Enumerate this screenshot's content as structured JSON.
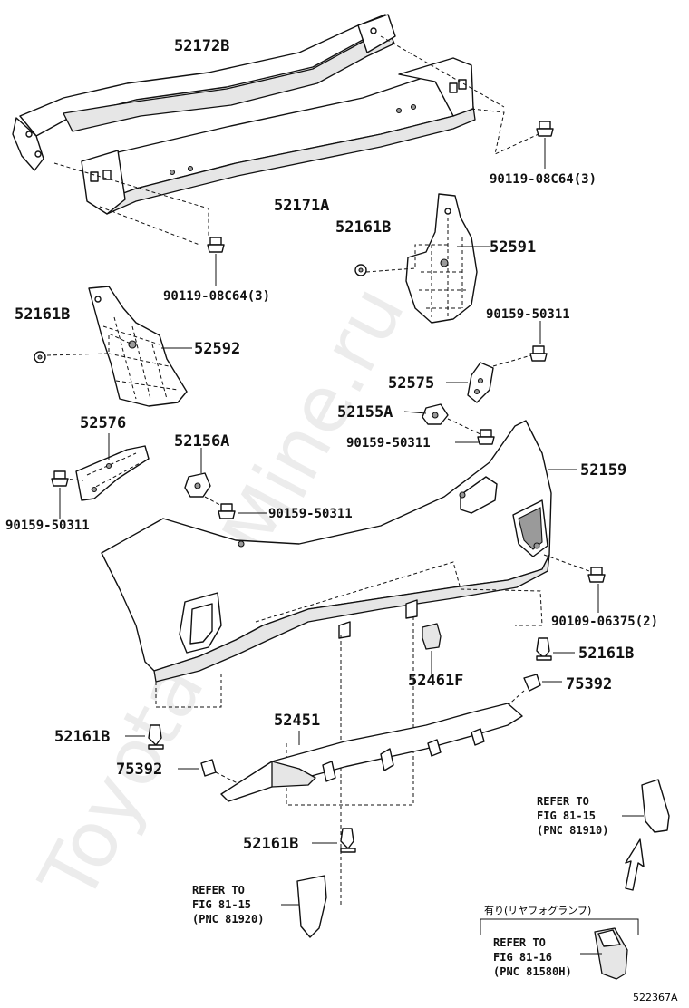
{
  "watermark": "ToyotaCarMine.ru",
  "labels": {
    "p52172B": "52172B",
    "p52171A": "52171A",
    "p90119_top": "90119-08C64(3)",
    "p90119_left": "90119-08C64(3)",
    "p52161B_a": "52161B",
    "p52591": "52591",
    "p52161B_b": "52161B",
    "p52592": "52592",
    "p90159_a": "90159-50311",
    "p52575": "52575",
    "p52155A": "52155A",
    "p90159_b": "90159-50311",
    "p52576": "52576",
    "p52156A": "52156A",
    "p52159": "52159",
    "p90159_c": "90159-50311",
    "p90159_d": "90159-50311",
    "p90109": "90109-06375(2)",
    "p52161B_c": "52161B",
    "p52461F": "52461F",
    "p75392_r": "75392",
    "p52161B_d": "52161B",
    "p52451": "52451",
    "p75392_l": "75392",
    "p52161B_e": "52161B"
  },
  "refs": {
    "r1_line1": "REFER TO",
    "r1_line2": "FIG 81-15",
    "r1_line3": "(PNC 81910)",
    "r2_line1": "REFER TO",
    "r2_line2": "FIG 81-15",
    "r2_line3": "(PNC 81920)",
    "r3_line1": "REFER TO",
    "r3_line2": "FIG 81-16",
    "r3_line3": "(PNC 81580H)",
    "r3_caption": "有り(リヤフォグランプ)"
  },
  "diagram_id": "522367A"
}
